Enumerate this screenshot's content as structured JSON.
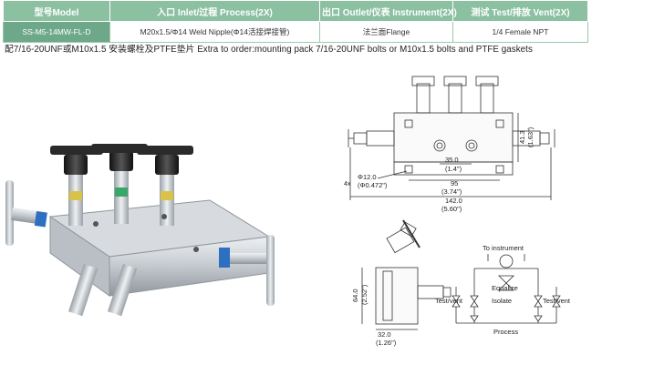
{
  "table": {
    "headers": [
      "型号Model",
      "入口 Inlet/过程 Process(2X)",
      "出口 Outlet/仪表 Instrument(2X)",
      "测试 Test/排放 Vent(2X)"
    ],
    "row": [
      "SS-M5-14MW-FL-D",
      "M20x1.5/Φ14 Weld Nipple(Φ14活接焊接管)",
      "法兰面Flange",
      "1/4 Female NPT"
    ]
  },
  "note": "配7/16-20UNF或M10x1.5 安装螺栓及PTFE垫片  Extra to order:mounting pack 7/16-20UNF bolts or M10x1.5 bolts and PTFE gaskets",
  "dimensions": {
    "d41_3": "41.3",
    "d1_63": "(1.63\")",
    "d35_0": "35.0",
    "d1_4": "(1.4\")",
    "hole_prefix": "4x",
    "d12_0": "Φ12.0",
    "d0_472": "(Φ0.472\")",
    "d95": "95",
    "d3_74": "(3.74\")",
    "d142": "142.0",
    "d5_60": "(5.60\")",
    "d64": "64.0",
    "d2_52": "(2.52\")",
    "d32": "32.0",
    "d1_26": "(1.26\")"
  },
  "schematic": {
    "to_instrument": "To instrument",
    "equalize": "Equalize",
    "isolate": "Isolate",
    "test_vent_left": "Test/vent",
    "test_vent_right": "Test/vent",
    "process": "Process"
  },
  "colors": {
    "header_bg": "#8bc0a1",
    "model_cell_bg": "#6ea88a",
    "handle_black": "#222222",
    "band_yellow": "#d9c24a",
    "band_blue": "#2d6fc1",
    "band_green": "#3aa66a",
    "band_white": "#e8eef4",
    "steel": "#c9ced3"
  }
}
